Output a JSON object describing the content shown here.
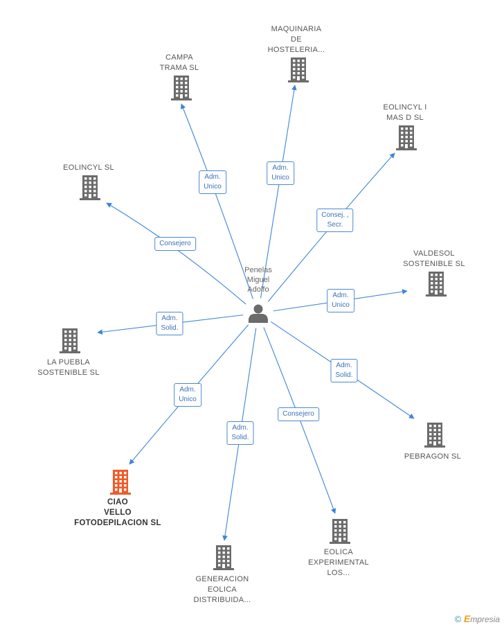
{
  "person": {
    "name_lines": [
      "Penelas",
      "Miguel",
      "Adolfo"
    ]
  },
  "companies": [
    {
      "id": "campa",
      "lines": [
        "CAMPA",
        "TRAMA  SL"
      ],
      "focus": false
    },
    {
      "id": "maquinaria",
      "lines": [
        "MAQUINARIA",
        "DE",
        "HOSTELERIA..."
      ],
      "focus": false
    },
    {
      "id": "eolincyl-i",
      "lines": [
        "EOLINCYL I",
        "MAS D SL"
      ],
      "focus": false
    },
    {
      "id": "eolincyl",
      "lines": [
        "EOLINCYL SL"
      ],
      "focus": false
    },
    {
      "id": "valdesol",
      "lines": [
        "VALDESOL",
        "SOSTENIBLE SL"
      ],
      "focus": false
    },
    {
      "id": "la-puebla",
      "lines": [
        "LA PUEBLA",
        "SOSTENIBLE SL"
      ],
      "focus": false
    },
    {
      "id": "pebragon",
      "lines": [
        "PEBRAGON SL"
      ],
      "focus": false
    },
    {
      "id": "ciao",
      "lines": [
        "CIAO",
        "VELLO",
        "FOTODEPILACION SL"
      ],
      "focus": true
    },
    {
      "id": "generacion",
      "lines": [
        "GENERACION",
        "EOLICA",
        "DISTRIBUIDA..."
      ],
      "focus": false
    },
    {
      "id": "eolica-exp",
      "lines": [
        "EOLICA",
        "EXPERIMENTAL",
        "LOS..."
      ],
      "focus": false
    }
  ],
  "relations": [
    {
      "to": "campa",
      "lines": [
        "Adm.",
        "Unico"
      ]
    },
    {
      "to": "maquinaria",
      "lines": [
        "Adm.",
        "Unico"
      ]
    },
    {
      "to": "eolincyl-i",
      "lines": [
        "Consej. ,",
        "Secr."
      ]
    },
    {
      "to": "eolincyl",
      "lines": [
        "Consejero"
      ]
    },
    {
      "to": "valdesol",
      "lines": [
        "Adm.",
        "Unico"
      ]
    },
    {
      "to": "la-puebla",
      "lines": [
        "Adm.",
        "Solid."
      ]
    },
    {
      "to": "pebragon",
      "lines": [
        "Adm.",
        "Solid."
      ]
    },
    {
      "to": "ciao",
      "lines": [
        "Adm.",
        "Unico"
      ]
    },
    {
      "to": "generacion",
      "lines": [
        "Adm.",
        "Solid."
      ]
    },
    {
      "to": "eolica-exp",
      "lines": [
        "Consejero"
      ]
    }
  ],
  "colors": {
    "edge": "#3d85d6",
    "building": "#6b6b6b",
    "building_focus": "#f05a28",
    "person": "#6b6b6b"
  },
  "footer": {
    "copyright": "©",
    "brand_initial": "E",
    "brand_rest": "mpresia"
  }
}
